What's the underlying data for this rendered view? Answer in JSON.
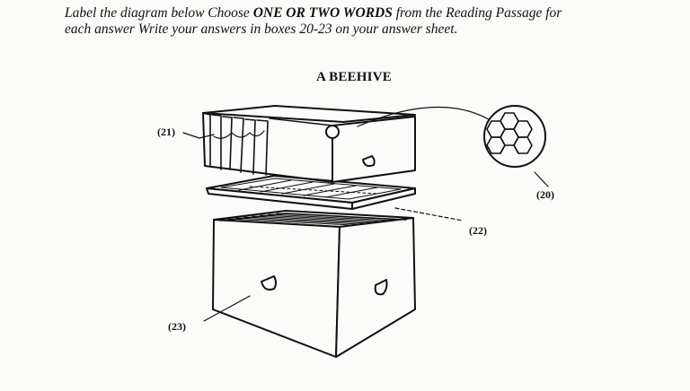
{
  "instructions": {
    "line1_a": "Label the diagram below Choose ",
    "line1_emph": "ONE OR TWO WORDS",
    "line1_b": " from the Reading Passage for",
    "line2": "each answer Write your answers in boxes 20-23 on your answer sheet."
  },
  "diagram": {
    "title": "A BEEHIVE",
    "labels": {
      "l20": "(20)",
      "l21": "(21)",
      "l22": "(22)",
      "l23": "(23)"
    }
  }
}
